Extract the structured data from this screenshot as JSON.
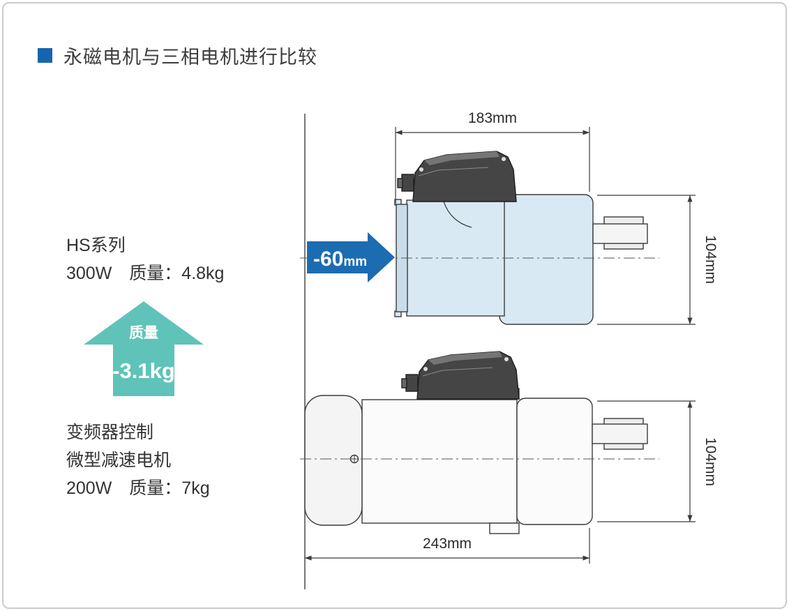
{
  "title": "永磁电机与三相电机进行比较",
  "left_panel": {
    "hs": {
      "line1": "HS系列",
      "line2": "300W　质量：4.8kg"
    },
    "weight_arrow": {
      "label": "质量",
      "value": "-3.1kg"
    },
    "inverter": {
      "line1": "变频器控制",
      "line2": "微型减速电机",
      "line3": "200W　质量：7kg"
    }
  },
  "diagram": {
    "reduction_arrow": {
      "value": "-60",
      "unit": "mm"
    },
    "top_motor": {
      "name": "HS series permanent magnet gear motor",
      "width": "183mm",
      "height": "104mm"
    },
    "bottom_motor": {
      "name": "Inverter-controlled micro gear motor",
      "width": "243mm",
      "height": "104mm"
    }
  },
  "colors": {
    "accent_blue": "#1565ae",
    "arrow_blue": "#1c6cb2",
    "teal": "#5fc3b9",
    "motor_fill_blue": "#d9e9f3",
    "motor_fill_gray": "#fbfbfb",
    "line_dark": "#3b3b3b",
    "border_gray": "#cbcbcb"
  }
}
